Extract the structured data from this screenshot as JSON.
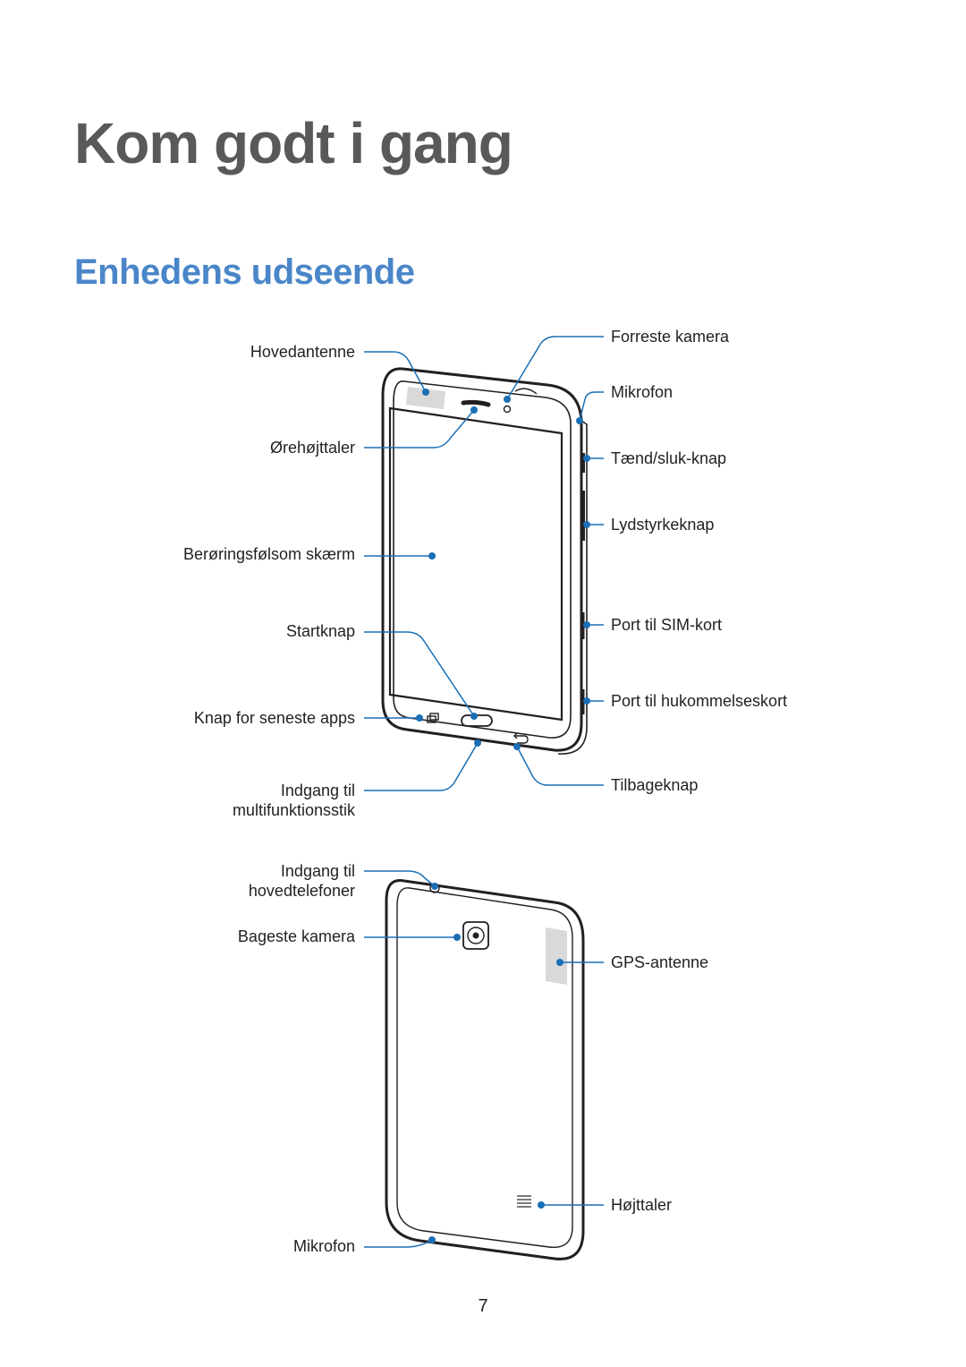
{
  "page": {
    "title": "Kom godt i gang",
    "section_title": "Enhedens udseende",
    "page_number": "7"
  },
  "front_labels": {
    "main_antenna": "Hovedantenne",
    "earpiece": "Ørehøjttaler",
    "touchscreen": "Berøringsfølsom skærm",
    "home_button": "Startknap",
    "recent_apps_button": "Knap for seneste apps",
    "multipurpose_jack_line1": "Indgang til",
    "multipurpose_jack_line2": "multifunktionsstik",
    "front_camera": "Forreste kamera",
    "microphone_top": "Mikrofon",
    "power_button": "Tænd/sluk-knap",
    "volume_button": "Lydstyrkeknap",
    "sim_slot": "Port til SIM-kort",
    "memory_card_slot": "Port til hukommelseskort",
    "back_button": "Tilbageknap"
  },
  "back_labels": {
    "headset_jack_line1": "Indgang til",
    "headset_jack_line2": "hovedtelefoner",
    "rear_camera": "Bageste kamera",
    "gps_antenna": "GPS-antenne",
    "speaker": "Højttaler",
    "microphone_bottom": "Mikrofon"
  },
  "colors": {
    "leader_line": "#1a6fb5",
    "title_gray": "#595959",
    "section_blue": "#4a86c8",
    "device_outline": "#231f20",
    "antenna_fill": "#d9d9d9"
  }
}
